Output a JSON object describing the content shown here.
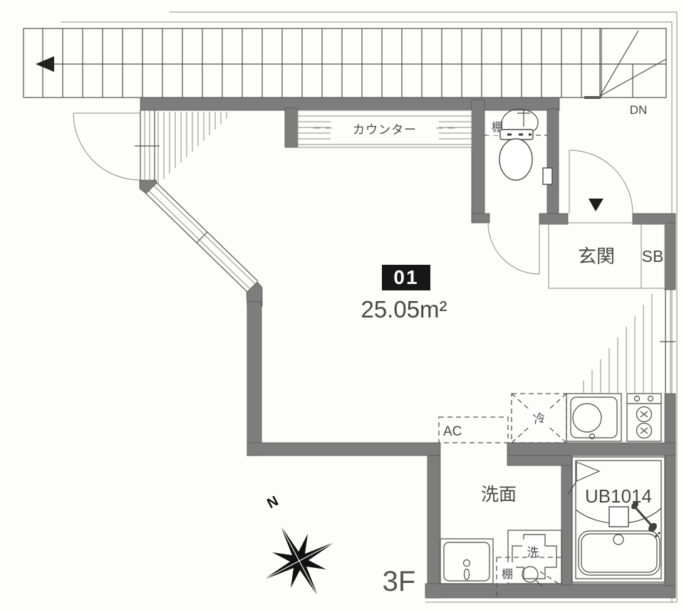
{
  "labels": {
    "unit_number": "01",
    "area": "25.05m²",
    "floor": "3F",
    "counter": "カウンター",
    "toilet_shelf": "棚",
    "down": "DN",
    "entrance": "玄関",
    "shoe_box": "SB",
    "air_conditioner": "AC",
    "refrigerator": "冷",
    "washroom": "洗面",
    "washer": "洗",
    "bottom_shelf": "棚",
    "unit_bath": "UB1014",
    "compass_north": "N"
  },
  "colors": {
    "wall": "#7d7d7d",
    "line": "#4f4f4f",
    "text": "#474747",
    "badge": "#171717",
    "badge-text": "#ffffff"
  }
}
